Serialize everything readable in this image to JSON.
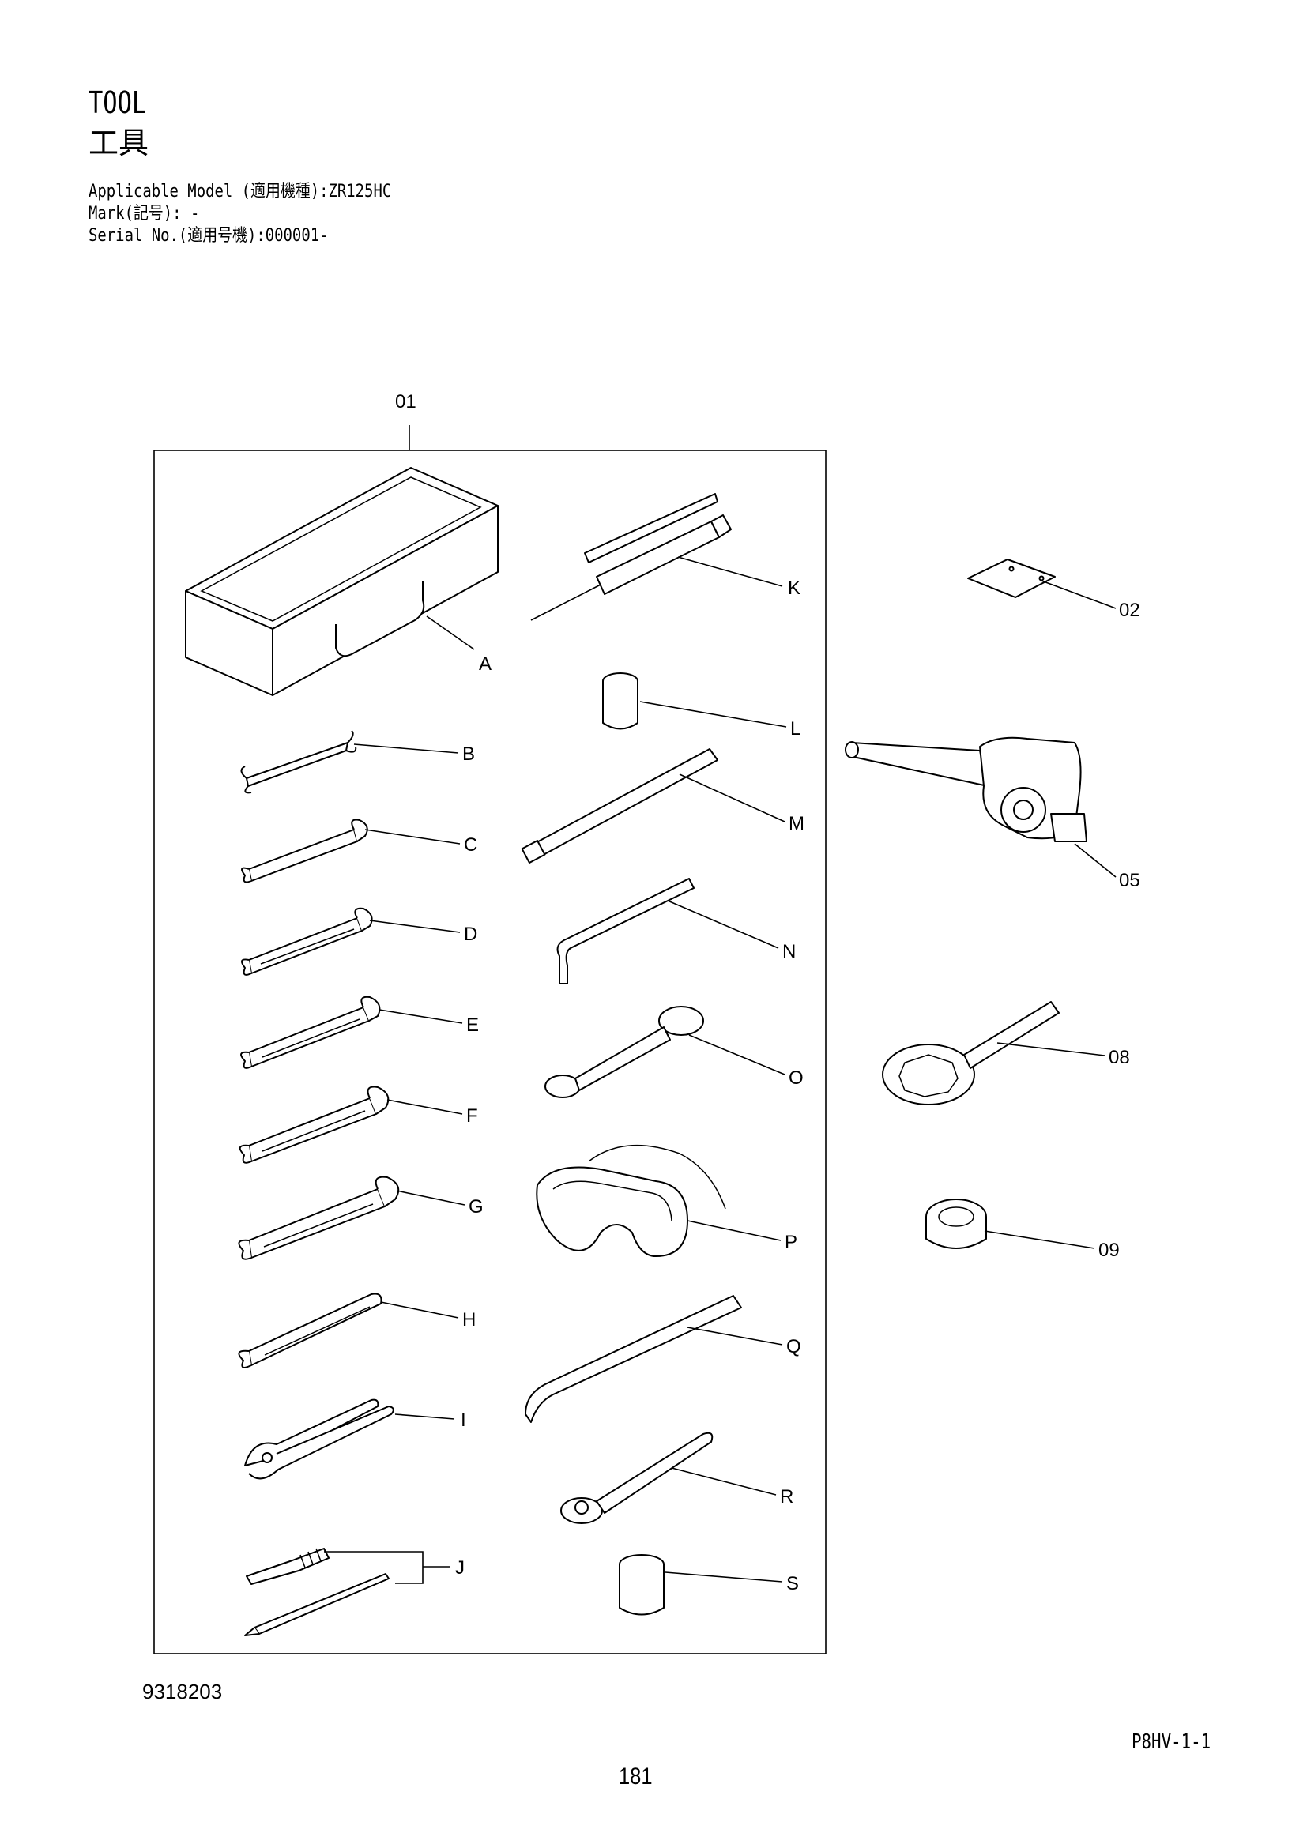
{
  "header": {
    "title_en": "TOOL",
    "title_ja": "工具",
    "applicable_model": "Applicable Model (適用機種):ZR125HC",
    "mark": "Mark(記号): -",
    "serial_no": "Serial No.(適用号機):000001-"
  },
  "kit_label": "01",
  "labels": {
    "A": "A",
    "B": "B",
    "C": "C",
    "D": "D",
    "E": "E",
    "F": "F",
    "G": "G",
    "H": "H",
    "I": "I",
    "J": "J",
    "K": "K",
    "L": "L",
    "M": "M",
    "N": "N",
    "O": "O",
    "P": "P",
    "Q": "Q",
    "R": "R",
    "S": "S",
    "p02": "02",
    "p05": "05",
    "p08": "08",
    "p09": "09"
  },
  "footer": {
    "drawing_no": "9318203",
    "page_code": "P8HV-1-1",
    "page_number": "181"
  }
}
